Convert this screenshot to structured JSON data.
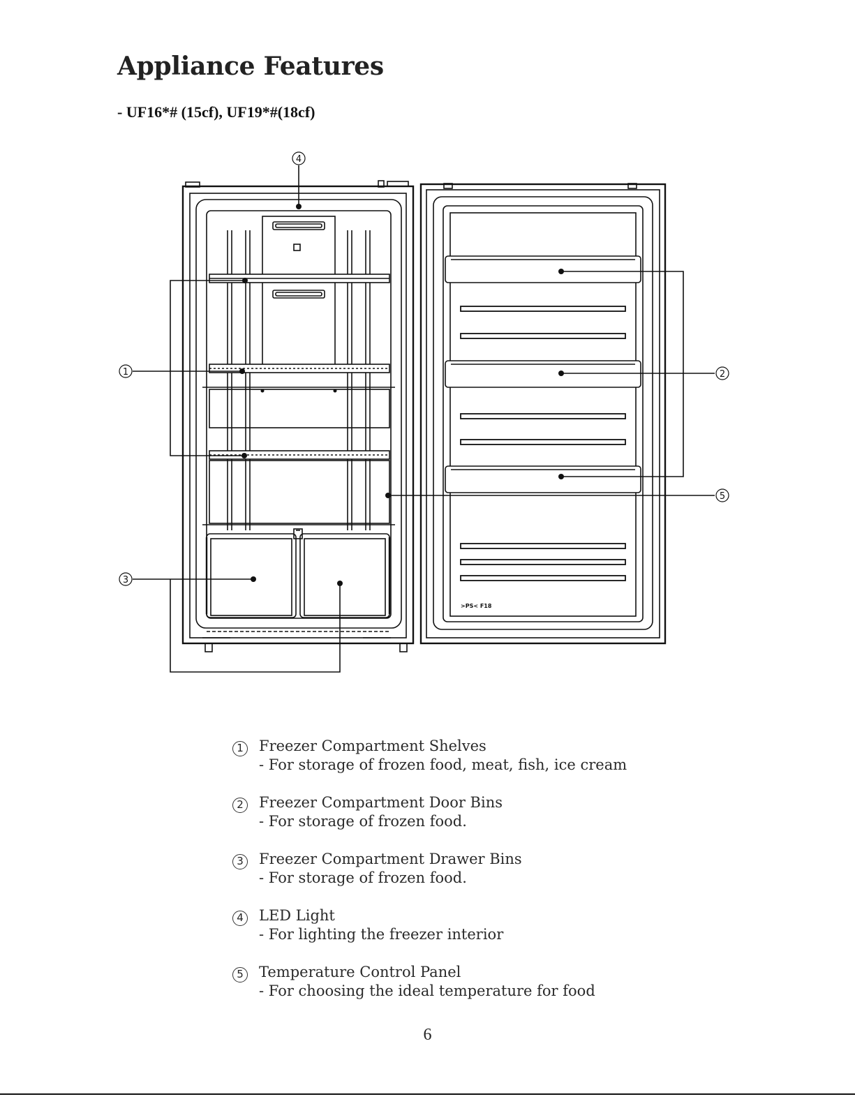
{
  "title": "Appliance Features",
  "models": "- UF16*# (15cf), UF19*#(18cf)",
  "diagram": {
    "callouts": [
      "1",
      "2",
      "3",
      "4",
      "5"
    ],
    "door_label": ">PS< F18"
  },
  "legend": [
    {
      "num": "1",
      "title": "Freezer Compartment Shelves",
      "desc": "- For storage of frozen food, meat, fish, ice cream"
    },
    {
      "num": "2",
      "title": "Freezer Compartment Door Bins",
      "desc": "- For storage of frozen food."
    },
    {
      "num": "3",
      "title": "Freezer Compartment Drawer Bins",
      "desc": "- For storage of frozen food."
    },
    {
      "num": "4",
      "title": "LED Light",
      "desc": "- For lighting the freezer interior"
    },
    {
      "num": "5",
      "title": "Temperature Control Panel",
      "desc": "- For choosing the ideal temperature for food"
    }
  ],
  "page_number": "6"
}
